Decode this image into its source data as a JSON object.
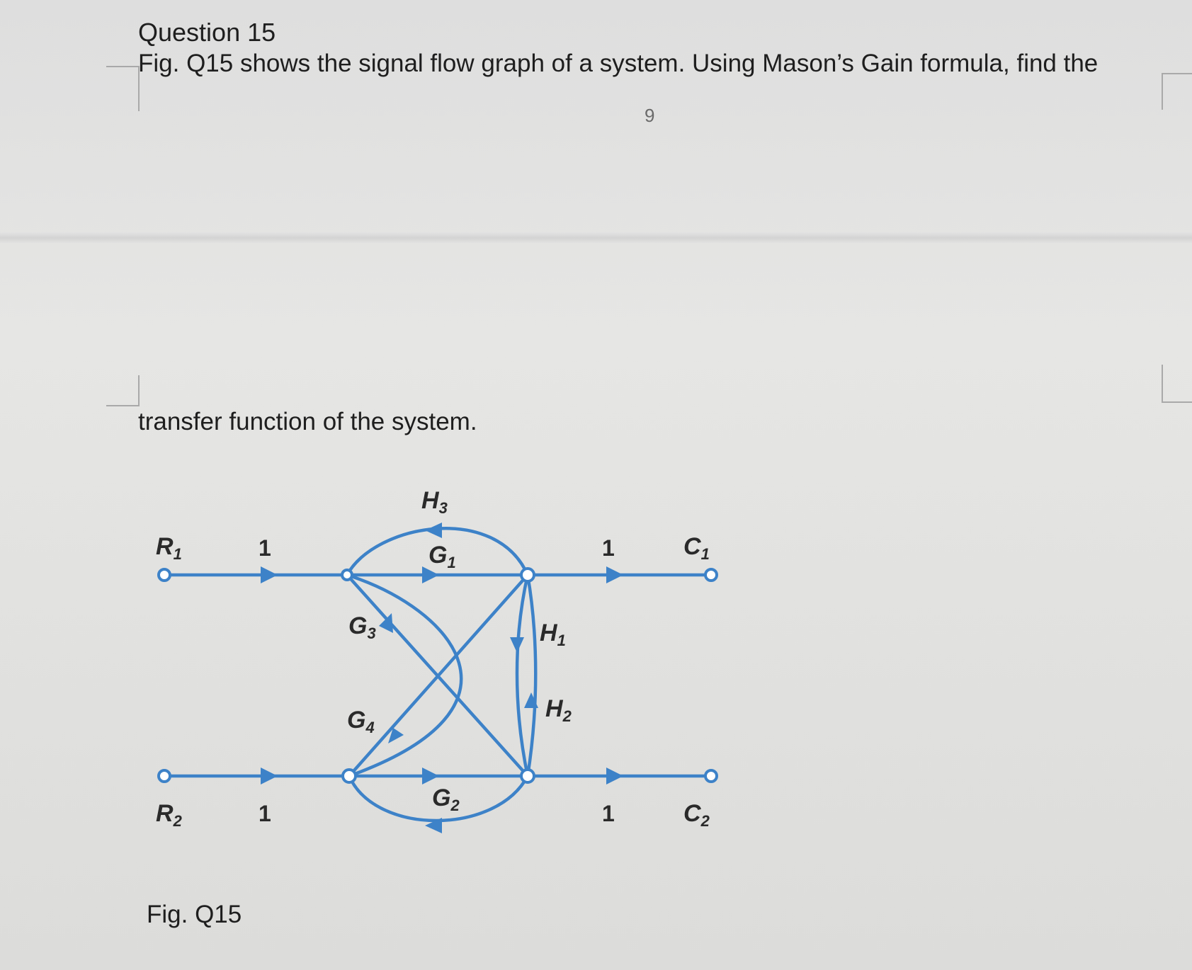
{
  "question": {
    "title": "Question 15",
    "line1": "Fig. Q15 shows the signal flow graph of a system. Using Mason’s Gain formula, find the",
    "line2": "transfer function of the system.",
    "page_number": "9"
  },
  "figure": {
    "caption": "Fig. Q15",
    "colors": {
      "branch": "#3d82c8",
      "node_fill": "#ffffff"
    },
    "nodes": {
      "R1": {
        "base": "R",
        "sub": "1"
      },
      "R2": {
        "base": "R",
        "sub": "2"
      },
      "C1": {
        "base": "C",
        "sub": "1"
      },
      "C2": {
        "base": "C",
        "sub": "2"
      }
    },
    "branches": {
      "input_top": "1",
      "input_bottom": "1",
      "output_top": "1",
      "output_bottom": "1",
      "G1": {
        "base": "G",
        "sub": "1"
      },
      "G2": {
        "base": "G",
        "sub": "2"
      },
      "G3": {
        "base": "G",
        "sub": "3"
      },
      "G4": {
        "base": "G",
        "sub": "4"
      },
      "H1": {
        "base": "H",
        "sub": "1"
      },
      "H2": {
        "base": "H",
        "sub": "2"
      },
      "H3": {
        "base": "H",
        "sub": "3"
      }
    }
  }
}
